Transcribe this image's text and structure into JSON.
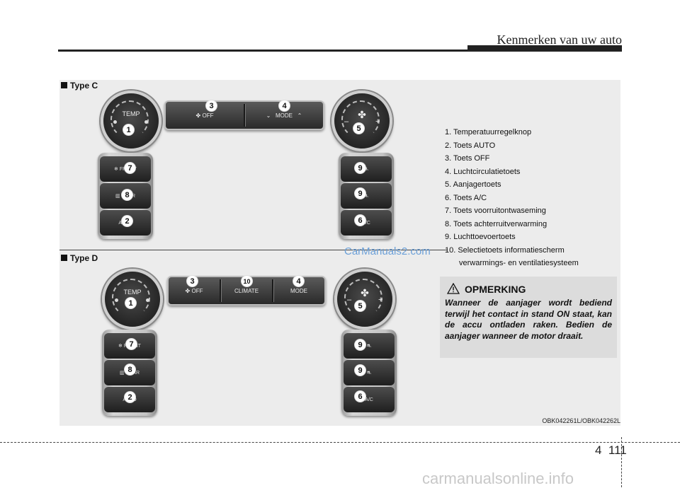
{
  "header": {
    "title": "Kenmerken van uw auto"
  },
  "type_c": {
    "label": "Type C",
    "knob_left_label": "TEMP",
    "strip": {
      "off_label": "OFF",
      "mode_label": "MODE"
    },
    "left_buttons": [
      "FRONT",
      "REAR",
      "AUTO"
    ],
    "right_buttons": [
      "",
      "",
      "A/C"
    ],
    "badges": {
      "b1": "1",
      "b2": "2",
      "b3": "3",
      "b4": "4",
      "b5": "5",
      "b6": "6",
      "b7": "7",
      "b8": "8",
      "b9a": "9",
      "b9b": "9"
    }
  },
  "type_d": {
    "label": "Type D",
    "knob_left_label": "TEMP",
    "strip": {
      "off_label": "OFF",
      "climate_label": "CLIMATE",
      "mode_label": "MODE"
    },
    "left_buttons": [
      "FRONT",
      "REAR",
      "AUTO"
    ],
    "right_buttons": [
      "",
      "",
      "A/C"
    ],
    "badges": {
      "b1": "1",
      "b2": "2",
      "b3": "3",
      "b10": "10",
      "b4": "4",
      "b5": "5",
      "b6": "6",
      "b7": "7",
      "b8": "8",
      "b9a": "9",
      "b9b": "9"
    }
  },
  "legend": [
    "1. Temperatuurregelknop",
    "2. Toets AUTO",
    "3. Toets OFF",
    "4. Luchtcirculatietoets",
    "5. Aanjagertoets",
    "6. Toets A/C",
    "7. Toets voorruitontwasem­ing",
    "8. Toets achterruitverwarming",
    "9. Luchttoevoertoets",
    "10. Selectietoets informatiescherm",
    "verwarmings- en ventilatiesysteem"
  ],
  "note": {
    "title": "OPMERKING",
    "text": "Wanneer de aanjager wordt bediend terwijl het contact in stand ON staat, kan de accu ontladen raken. Bedien de aanjager wanneer de motor draait."
  },
  "watermark": "CarManuals2.com",
  "figure_code": "OBK042261L/OBK042262L",
  "page": {
    "chapter": "4",
    "number": "111"
  },
  "site": "carmanualsonline.info"
}
